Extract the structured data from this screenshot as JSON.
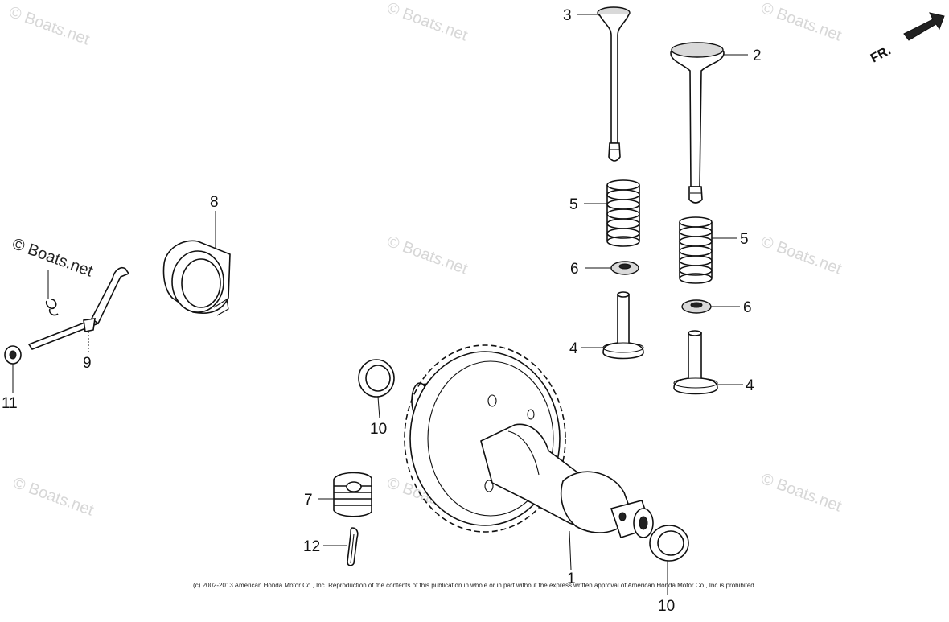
{
  "diagram": {
    "watermark_text": "© Boats.net",
    "direction_label": "FR.",
    "copyright": "(c) 2002-2013 American Honda Motor Co., Inc. Reproduction of the contents of this publication in whole or in part without the express written approval of American Honda Motor Co., Inc is prohibited.",
    "callouts": [
      {
        "id": "1",
        "label": "1"
      },
      {
        "id": "2",
        "label": "2"
      },
      {
        "id": "3",
        "label": "3"
      },
      {
        "id": "4a",
        "label": "4"
      },
      {
        "id": "4b",
        "label": "4"
      },
      {
        "id": "5a",
        "label": "5"
      },
      {
        "id": "5b",
        "label": "5"
      },
      {
        "id": "6a",
        "label": "6"
      },
      {
        "id": "6b",
        "label": "6"
      },
      {
        "id": "7",
        "label": "7"
      },
      {
        "id": "8",
        "label": "8"
      },
      {
        "id": "9",
        "label": "9"
      },
      {
        "id": "10a",
        "label": "10"
      },
      {
        "id": "10b",
        "label": "10"
      },
      {
        "id": "11",
        "label": "11"
      },
      {
        "id": "12",
        "label": "12"
      }
    ]
  }
}
